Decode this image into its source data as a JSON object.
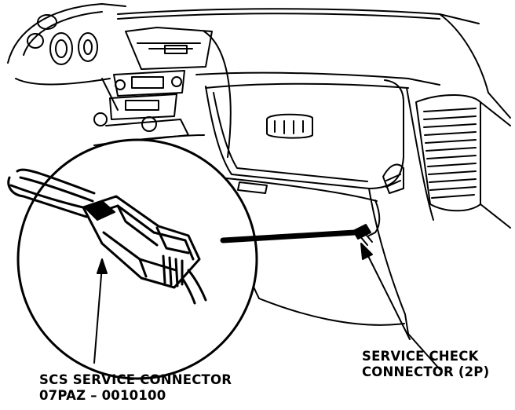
{
  "labels": {
    "scs_line1": "SCS SERVICE CONNECTOR",
    "scs_line2": "07PAZ – 0010100",
    "service_line1": "SERVICE CHECK",
    "service_line2": "CONNECTOR (2P)"
  },
  "colors": {
    "ink": "#000000",
    "paper": "#ffffff"
  }
}
